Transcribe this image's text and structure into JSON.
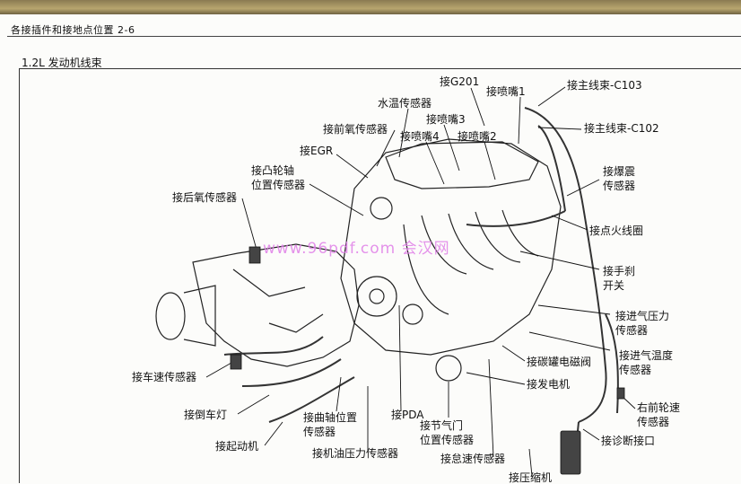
{
  "header": "各接插件和接地点位置 2-6",
  "subtitle": "1.2L 发动机线束",
  "watermark": "www.96pdf.com 会汉网",
  "labels": {
    "g201": "接G201",
    "injector1": "接喷嘴1",
    "main_c103": "接主线束-C103",
    "main_c102": "接主线束-C102",
    "water_temp": "水温传感器",
    "injector3": "接喷嘴3",
    "front_o2": "接前氧传感器",
    "injector4": "接喷嘴4",
    "injector2": "接喷嘴2",
    "egr": "接EGR",
    "cam_pos": "接凸轮轴\n位置传感器",
    "knock": "接爆震\n传感器",
    "rear_o2": "接后氧传感器",
    "ignition_coil": "接点火线圈",
    "handbrake": "接手刹\n开关",
    "map": "接进气压力\n传感器",
    "iat": "接进气温度\n传感器",
    "canister": "接碳罐电磁阀",
    "speed": "接车速传感器",
    "alternator": "接发电机",
    "reverse_lamp": "接倒车灯",
    "crank": "接曲轴位置\n传感器",
    "pda": "接PDA",
    "rf_wheel": "右前轮速\n传感器",
    "throttle": "接节气门\n位置传感器",
    "diag": "接诊断接口",
    "starter": "接起动机",
    "oil_pressure": "接机油压力传感器",
    "idle": "接怠速传感器",
    "compressor": "接压缩机"
  }
}
